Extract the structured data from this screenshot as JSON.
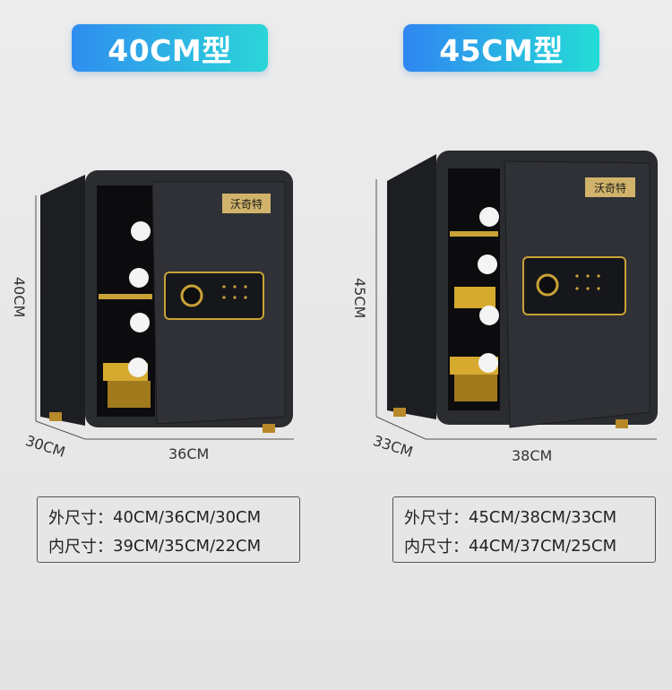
{
  "colors": {
    "badge_left_start": "#2f8ef0",
    "badge_left_end": "#2bd5d8",
    "badge_right_start": "#2f86f2",
    "badge_right_end": "#24dcd6",
    "safe_body": "#2a2c30",
    "gold": "#c9a136"
  },
  "icons": [
    "safe-illustration",
    "fingerprint-icon",
    "logo-plate"
  ],
  "models": [
    {
      "badge": "40CM型",
      "height_label": "40CM",
      "width_label": "36CM",
      "depth_label": "30CM",
      "logo_text": "沃奇特",
      "outer_key": "外尺寸：",
      "outer_val": "40CM/36CM/30CM",
      "inner_key": "内尺寸：",
      "inner_val": "39CM/35CM/22CM"
    },
    {
      "badge": "45CM型",
      "height_label": "45CM",
      "width_label": "38CM",
      "depth_label": "33CM",
      "logo_text": "沃奇特",
      "outer_key": "外尺寸：",
      "outer_val": "45CM/38CM/33CM",
      "inner_key": "内尺寸：",
      "inner_val": "44CM/37CM/25CM"
    }
  ]
}
